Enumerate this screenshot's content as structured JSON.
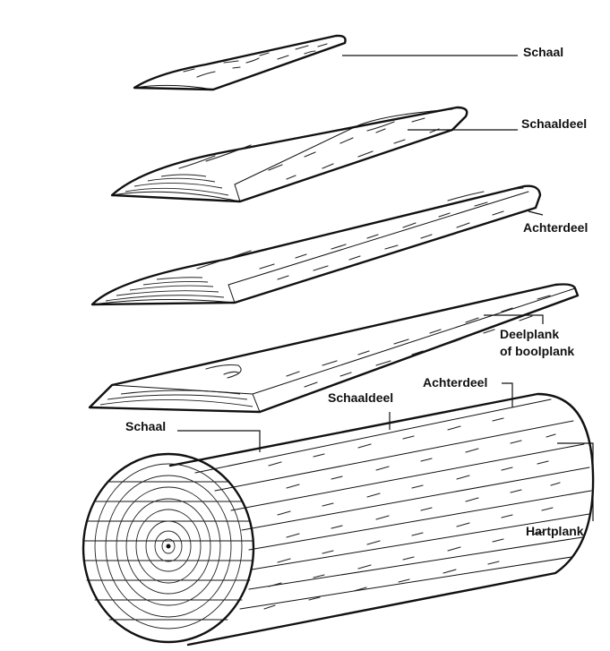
{
  "labels": {
    "schaal_top": "Schaal",
    "schaaldeel_top": "Schaaldeel",
    "achterdeel_top": "Achterdeel",
    "deelplank_line1": "Deelplank",
    "deelplank_line2": "of boolplank",
    "schaal_log": "Schaal",
    "schaaldeel_log": "Schaaldeel",
    "achterdeel_log": "Achterdeel",
    "hartplank": "Hartplank"
  },
  "colors": {
    "ink": "#111111",
    "background": "#ffffff"
  }
}
